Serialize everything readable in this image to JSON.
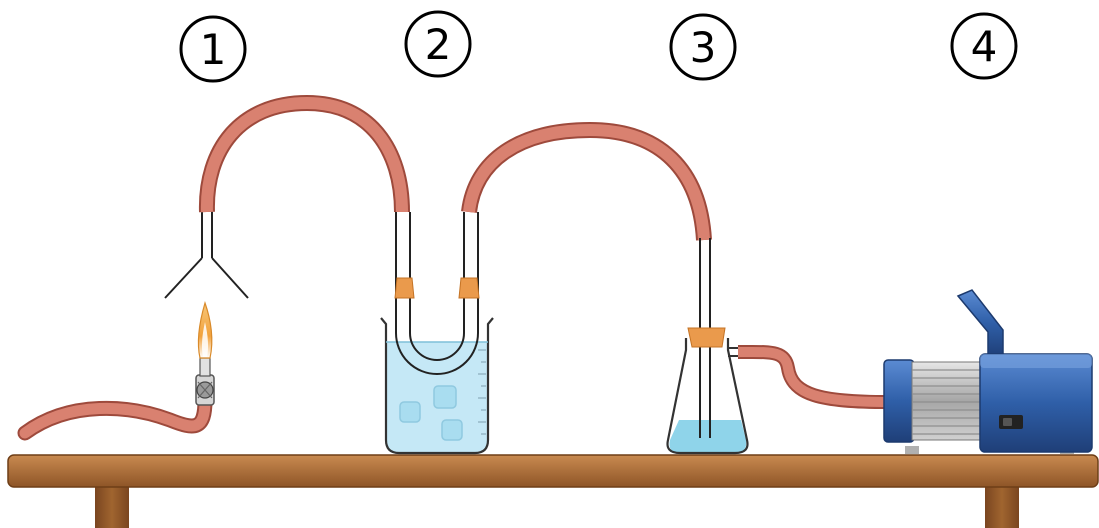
{
  "labels": {
    "station_1": "1",
    "station_2": "2",
    "station_3": "3",
    "station_4": "4"
  },
  "colors": {
    "tubing": "#D98170",
    "tubing_edge": "#9E4A3C",
    "stopper": "#EA9A4C",
    "water": "#BFE6F5",
    "flask_liquid": "#8FD4EA",
    "table_top": "#B5733C",
    "table_leg": "#8A5428",
    "pump_blue": "#2F5FA8",
    "pump_fins": "#B8B8B8",
    "flame": "#F2B24D"
  }
}
